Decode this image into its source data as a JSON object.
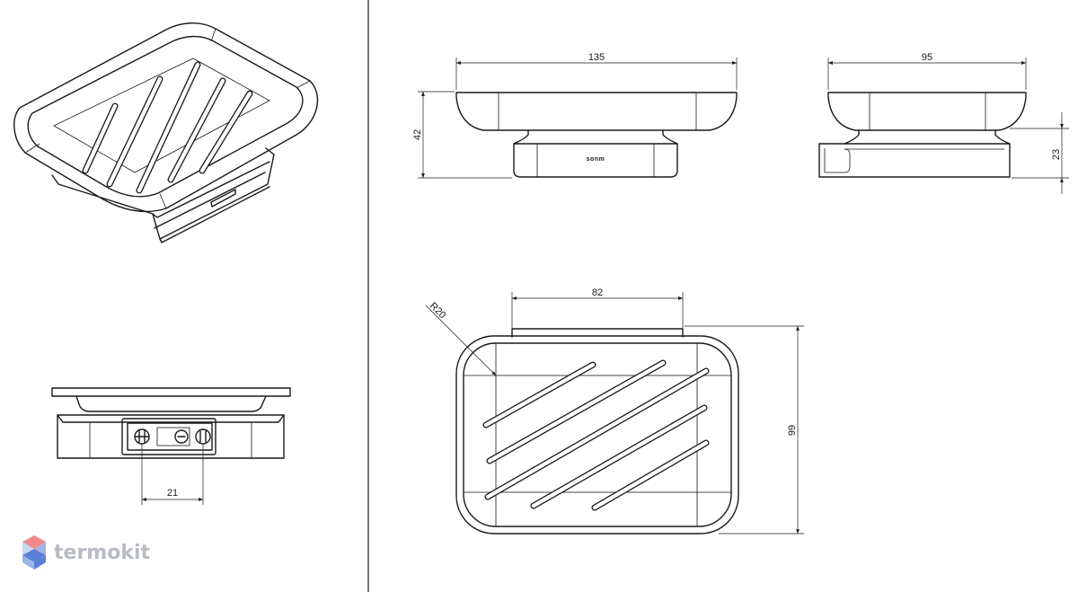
{
  "dimensions": {
    "front_width": "135",
    "front_height": "42",
    "side_width": "95",
    "side_bracket_height": "23",
    "top_inner_width": "82",
    "top_depth": "99",
    "top_radius": "R20",
    "bottom_hole_spacing": "21"
  },
  "product_brand_mark": "sonm",
  "watermark": {
    "text": "termokit",
    "logo_colors": [
      "#f08a8a",
      "#9ab6e8",
      "#5b7fd6"
    ],
    "text_color": "#b8bcc2"
  },
  "colors": {
    "line": "#1a1a1a",
    "background": "#ffffff"
  }
}
